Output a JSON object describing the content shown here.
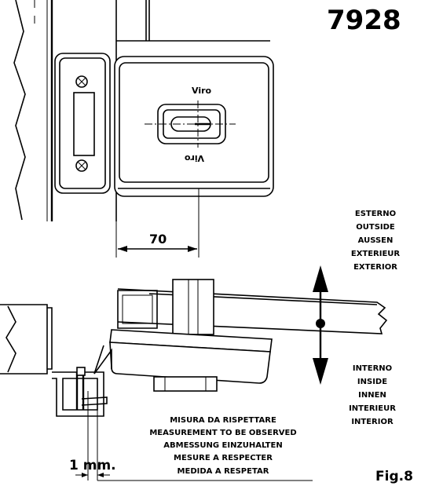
{
  "model_number": "7928",
  "brand_top": "Viro",
  "brand_bottom": "Viro",
  "dimension_70": "70",
  "outside_labels": [
    "ESTERNO",
    "OUTSIDE",
    "AUSSEN",
    "EXTERIEUR",
    "EXTERIOR"
  ],
  "inside_labels": [
    "INTERNO",
    "INSIDE",
    "INNEN",
    "INTERIEUR",
    "INTERIOR"
  ],
  "measurement_labels": [
    "MISURA DA RISPETTARE",
    "MEASUREMENT TO BE OBSERVED",
    "ABMESSUNG EINZUHALTEN",
    "MESURE A RESPECTER",
    "MEDIDA A RESPETAR"
  ],
  "gap_label": "1 mm.",
  "figure_label": "Fig.8"
}
